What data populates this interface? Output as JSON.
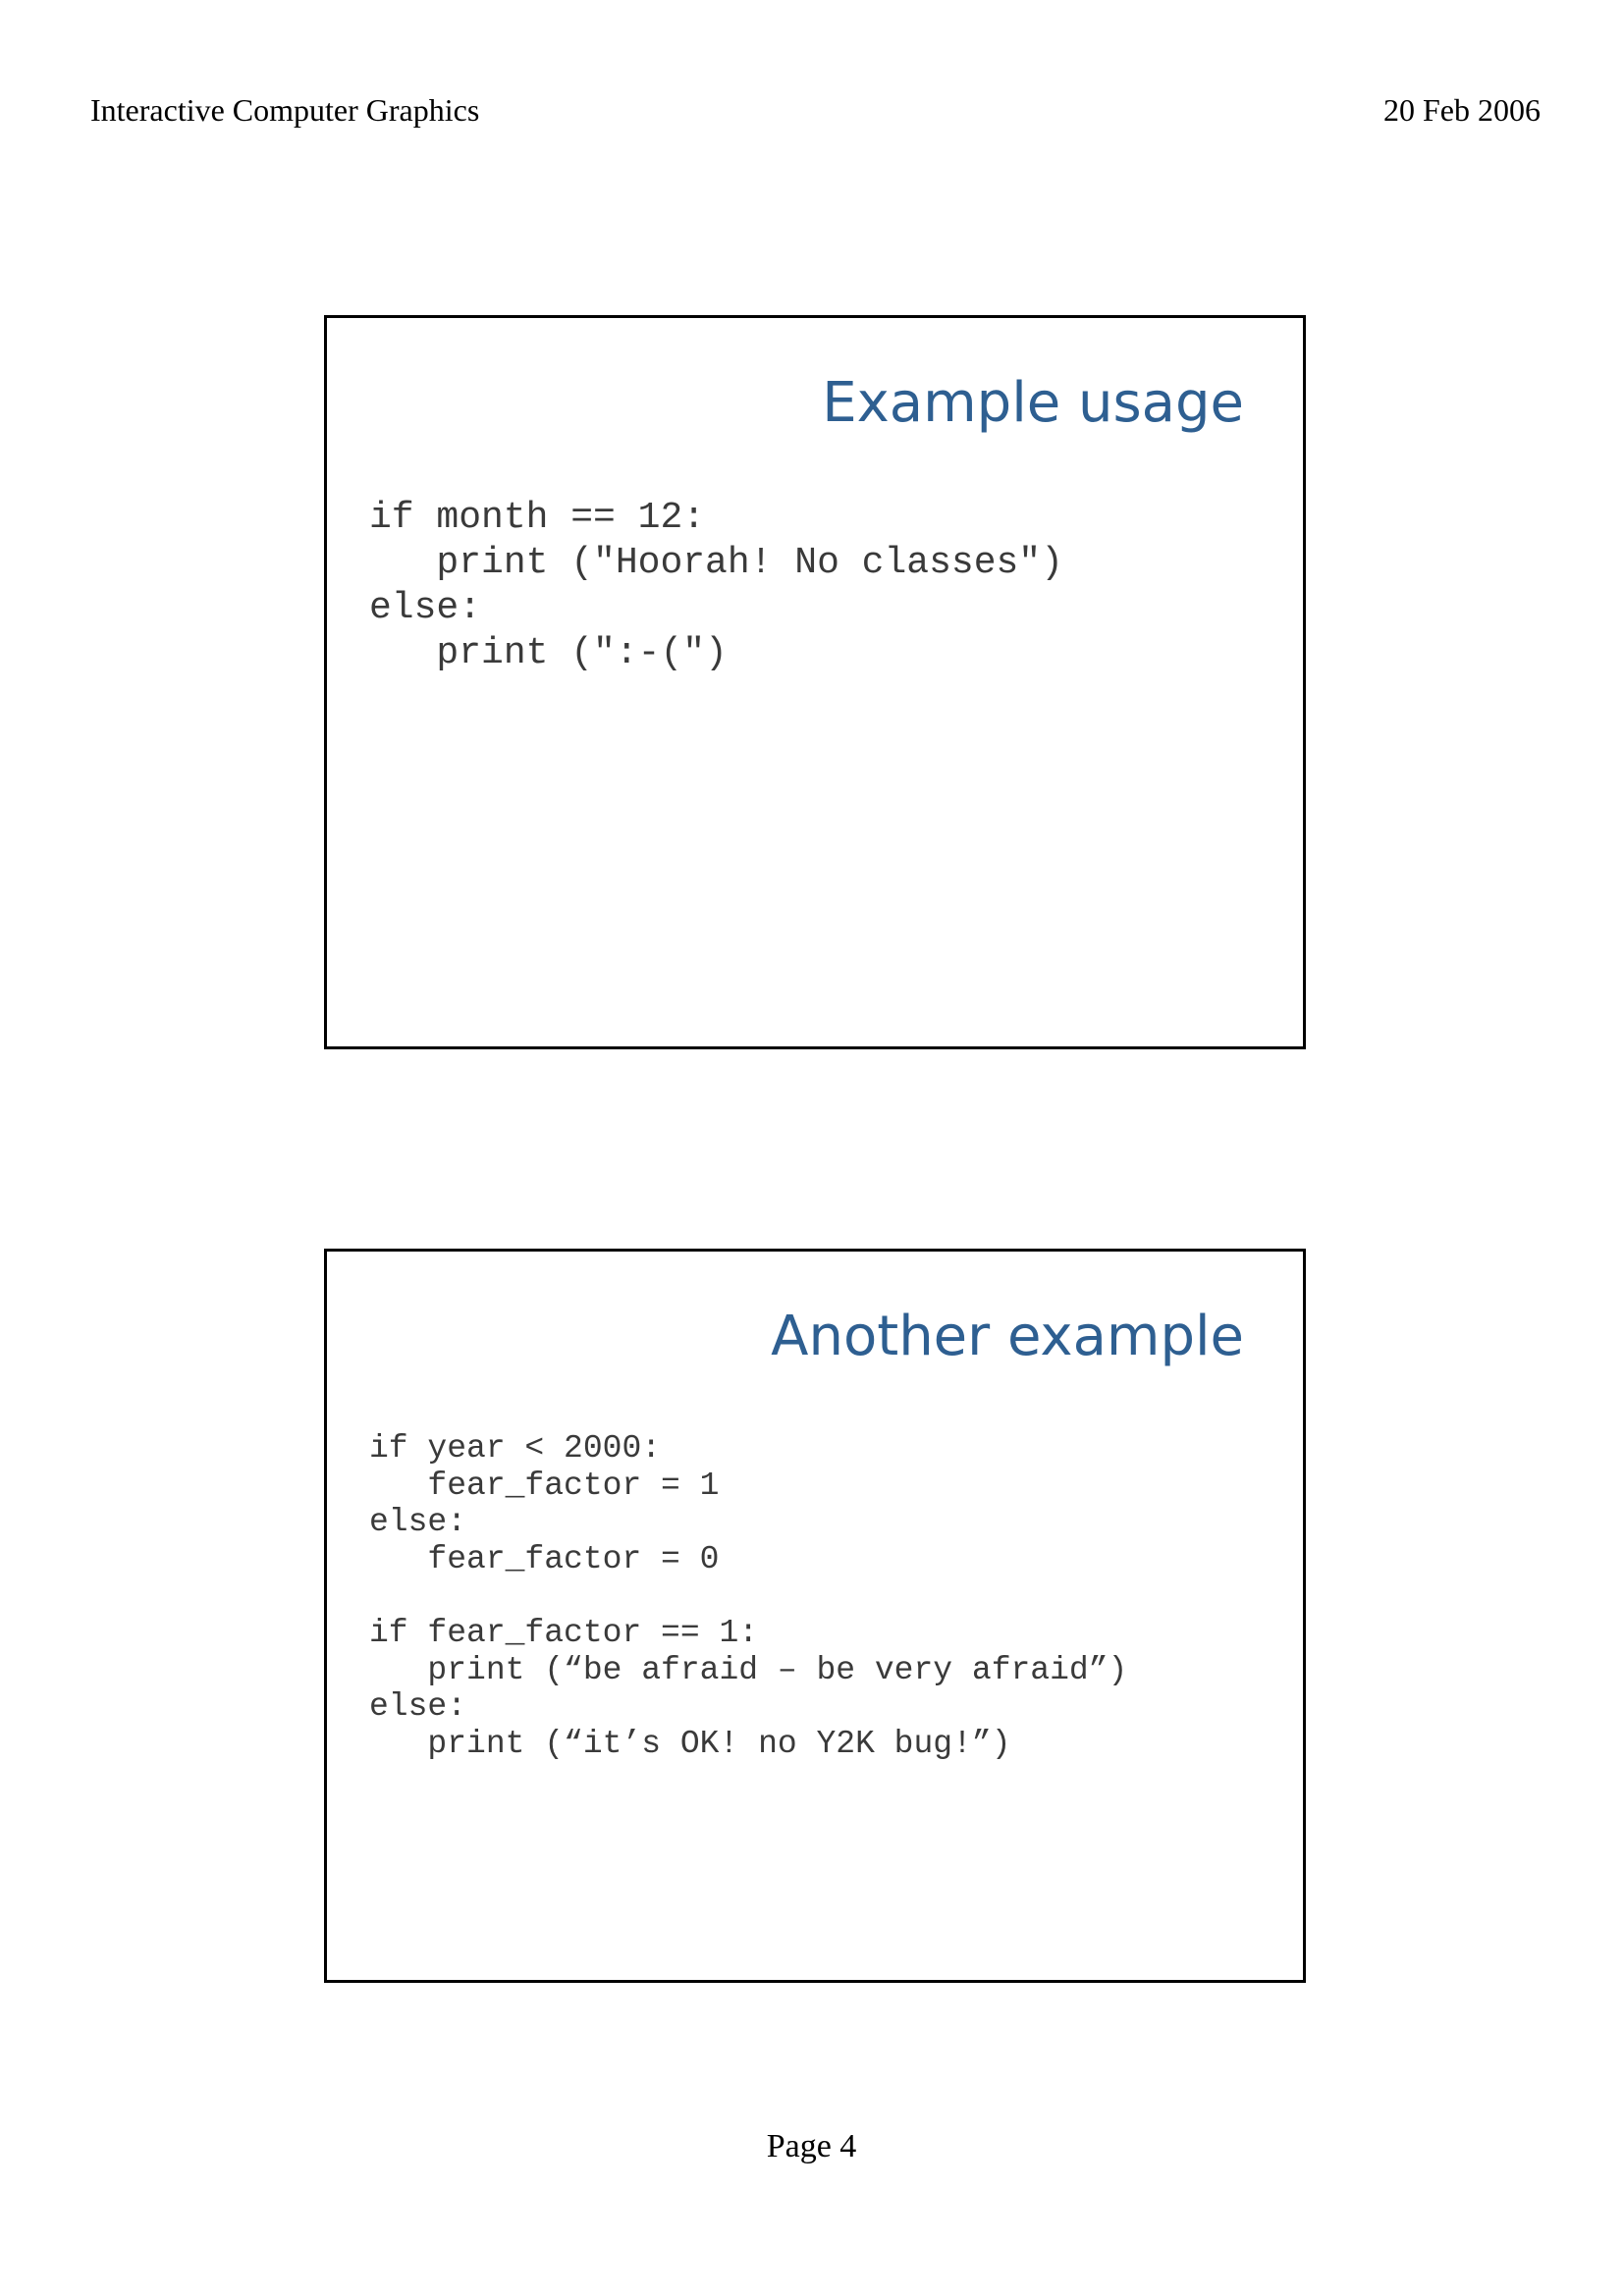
{
  "header": {
    "left_text": "Interactive Computer Graphics",
    "right_text": "20 Feb 2006"
  },
  "slides": [
    {
      "title": "Example usage",
      "code": "if month == 12:\n   print (\"Hoorah! No classes\")\nelse:\n   print (\":-(\")",
      "colors": {
        "title": "#2e5f91",
        "code": "#3a3a3a"
      }
    },
    {
      "title": "Another example",
      "code": "if year < 2000:\n   fear_factor = 1\nelse:\n   fear_factor = 0\n\nif fear_factor == 1:\n   print (“be afraid – be very afraid”)\nelse:\n   print (“it’s OK! no Y2K bug!”)",
      "colors": {
        "title": "#2e5f91",
        "code": "#3a3a3a"
      }
    }
  ],
  "footer": {
    "page_label": "Page 4"
  }
}
